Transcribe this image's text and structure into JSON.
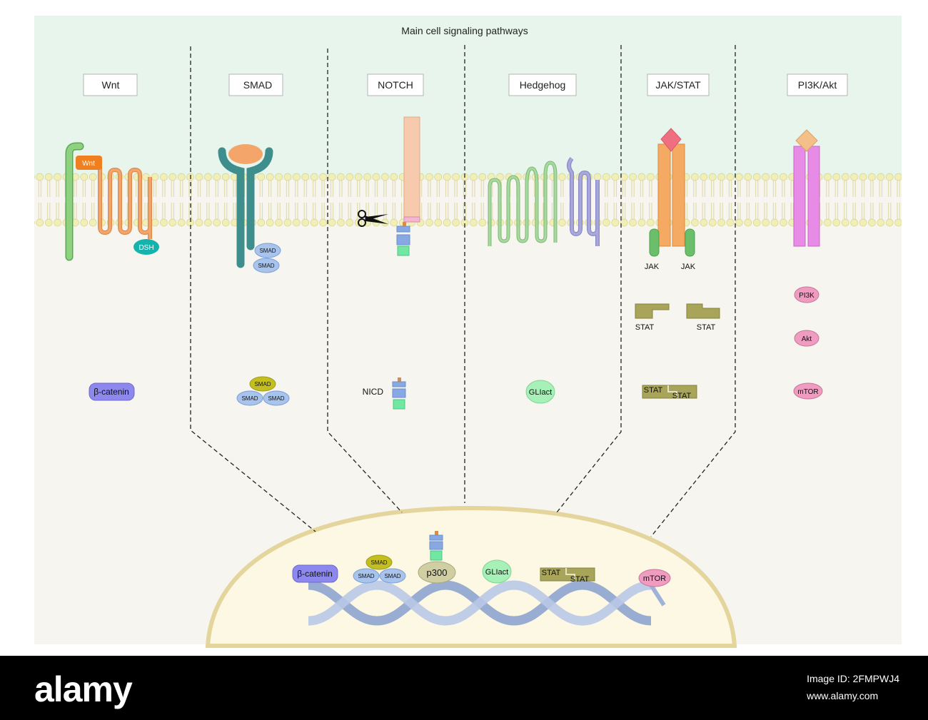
{
  "title": "Main cell signaling pathways",
  "pathways": [
    {
      "id": "wnt",
      "label": "Wnt"
    },
    {
      "id": "smad",
      "label": "SMAD"
    },
    {
      "id": "notch",
      "label": "NOTCH"
    },
    {
      "id": "hedgehog",
      "label": "Hedgehog"
    },
    {
      "id": "jakstat",
      "label": "JAK/STAT"
    },
    {
      "id": "pi3k",
      "label": "PI3K/Akt"
    }
  ],
  "labels": {
    "wnt_ligand": "Wnt",
    "dsh": "DSH",
    "smad": "SMAD",
    "jak": "JAK",
    "stat": "STAT",
    "pi3k": "PI3K",
    "akt": "Akt",
    "mtor": "mTOR",
    "beta_catenin": "β-catenin",
    "nicd": "NICD",
    "gli": "GLIact",
    "p300": "p300"
  },
  "colors": {
    "sky": "#e8f5ec",
    "cytoplasm": "#f6f5ef",
    "nucleus": "#fcf8e4",
    "nucleus_border": "#e4d59c",
    "membrane": "#f1efb8",
    "wnt_ligand": "#f07f1f",
    "frizzled": "#f3a66c",
    "lrp": "#8ed27f",
    "dsh": "#16b3ad",
    "smad_receptor": "#3e8e8e",
    "smad_protein": "#a9c4ec",
    "smad4": "#c4bf21",
    "notch": "#f7c9ad",
    "nicd": "#87a8e2",
    "nicd_tail": "#72e6a3",
    "hedgehog_ptch": "#a8d9a0",
    "smoothened": "#a8a8dc",
    "jak_receptor": "#f5aa63",
    "jak": "#6bbf6a",
    "stat": "#a8a55a",
    "pi3k_receptor": "#e88be6",
    "pi3k_ligand": "#f3c08a",
    "pink_protein": "#f09cc0",
    "beta_catenin": "#8d88ee",
    "gli": "#a7f0b8",
    "p300": "#cfcfa3",
    "dna": "#9fb3d9"
  },
  "watermark": {
    "brand": "alamy",
    "image_id": "Image ID: 2FMPWJ4",
    "site": "www.alamy.com"
  }
}
